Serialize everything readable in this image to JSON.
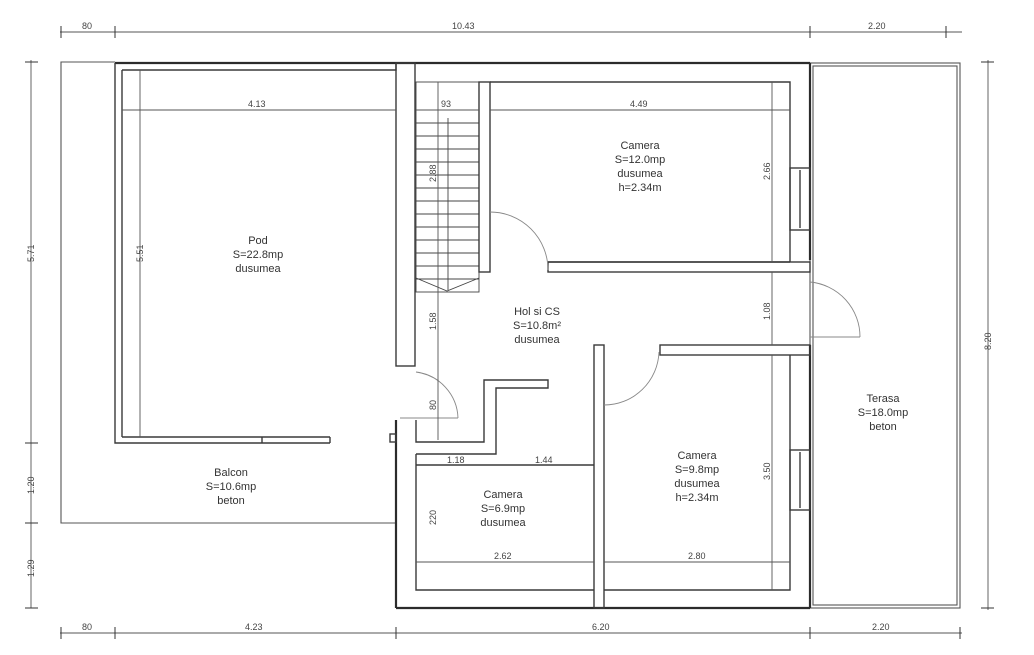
{
  "plan": {
    "type": "floor-plan",
    "units": "m",
    "outer_dimensions": {
      "top": [
        "80",
        "10.43",
        "2.20"
      ],
      "bottom": [
        "80",
        "4.23",
        "6.20",
        "2.20"
      ],
      "left": [
        "5.71",
        "1.20",
        "1.29"
      ],
      "right": [
        "8.20"
      ]
    },
    "inner_dimensions": {
      "pod_width": "4.13",
      "pod_height": "5.51",
      "stairs_width": "93",
      "stairs_length": "2.88",
      "hall_height": "1.58",
      "door_width": "80",
      "camera1_width": "4.49",
      "camera1_height": "2.66",
      "corridor_width": "1.08",
      "camera2_height": "3.50",
      "camera2_width": "2.80",
      "camera3_top_left": "1.18",
      "camera3_top_right": "1.44",
      "camera3_width": "2.62",
      "camera3_height": "220"
    },
    "rooms": [
      {
        "id": "pod",
        "name": "Pod",
        "area": "S=22.8mp",
        "finish": "dusumea"
      },
      {
        "id": "camera1",
        "name": "Camera",
        "area": "S=12.0mp",
        "finish": "dusumea",
        "height": "h=2.34m"
      },
      {
        "id": "hol",
        "name": "Hol si CS",
        "area": "S=10.8m²",
        "finish": "dusumea"
      },
      {
        "id": "camera2",
        "name": "Camera",
        "area": "S=9.8mp",
        "finish": "dusumea",
        "height": "h=2.34m"
      },
      {
        "id": "camera3",
        "name": "Camera",
        "area": "S=6.9mp",
        "finish": "dusumea"
      },
      {
        "id": "balcon",
        "name": "Balcon",
        "area": "S=10.6mp",
        "finish": "beton"
      },
      {
        "id": "terasa",
        "name": "Terasa",
        "area": "S=18.0mp",
        "finish": "beton"
      }
    ]
  }
}
